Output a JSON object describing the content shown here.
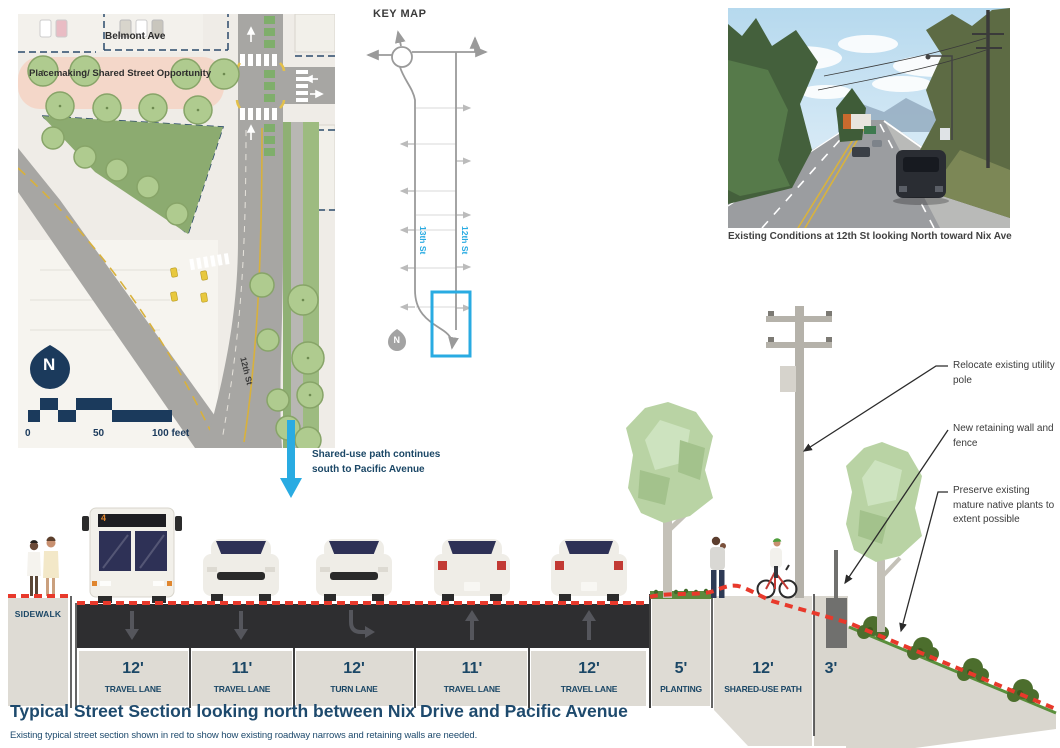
{
  "site_plan": {
    "belmont_ave_label": "Belmont Ave",
    "placemaking_label": "Placemaking/ Shared Street Opportunity",
    "street_label": "12th St",
    "north_label": "N",
    "scale": {
      "zero": "0",
      "fifty": "50",
      "hundred": "100 feet"
    },
    "arrow_note_line1": "Shared-use path continues",
    "arrow_note_line2": "south to Pacific Avenue"
  },
  "key_map": {
    "title": "KEY MAP",
    "street_13th": "13th St",
    "street_12th": "12th St",
    "north_label": "N",
    "highlight_color": "#29abe2"
  },
  "photo": {
    "caption": "Existing Conditions at 12th St looking North toward Nix Ave"
  },
  "annotations": {
    "relocate": "Relocate existing utility pole",
    "retaining": "New retaining wall and fence",
    "preserve": "Preserve existing mature native plants to extent possible"
  },
  "section": {
    "sidewalk_label": "SIDEWALK",
    "bus_route": "4",
    "lanes": [
      {
        "width": "12'",
        "name": "TRAVEL LANE"
      },
      {
        "width": "11'",
        "name": "TRAVEL LANE"
      },
      {
        "width": "12'",
        "name": "TURN LANE"
      },
      {
        "width": "11'",
        "name": "TRAVEL LANE"
      },
      {
        "width": "12'",
        "name": "TRAVEL LANE"
      },
      {
        "width": "5'",
        "name": "PLANTING"
      },
      {
        "width": "12'",
        "name": "SHARED-USE PATH"
      },
      {
        "width": "3'",
        "name": ""
      }
    ],
    "colors": {
      "red_dash": "#e8392b",
      "navy": "#1b4766",
      "asphalt": "#2e2e30",
      "accent_blue": "#29abe2"
    }
  },
  "footer": {
    "title": "Typical Street Section looking north between Nix Drive and Pacific Avenue",
    "subtitle": "Existing typical street section shown in red to show how existing roadway narrows and retaining walls are needed."
  }
}
